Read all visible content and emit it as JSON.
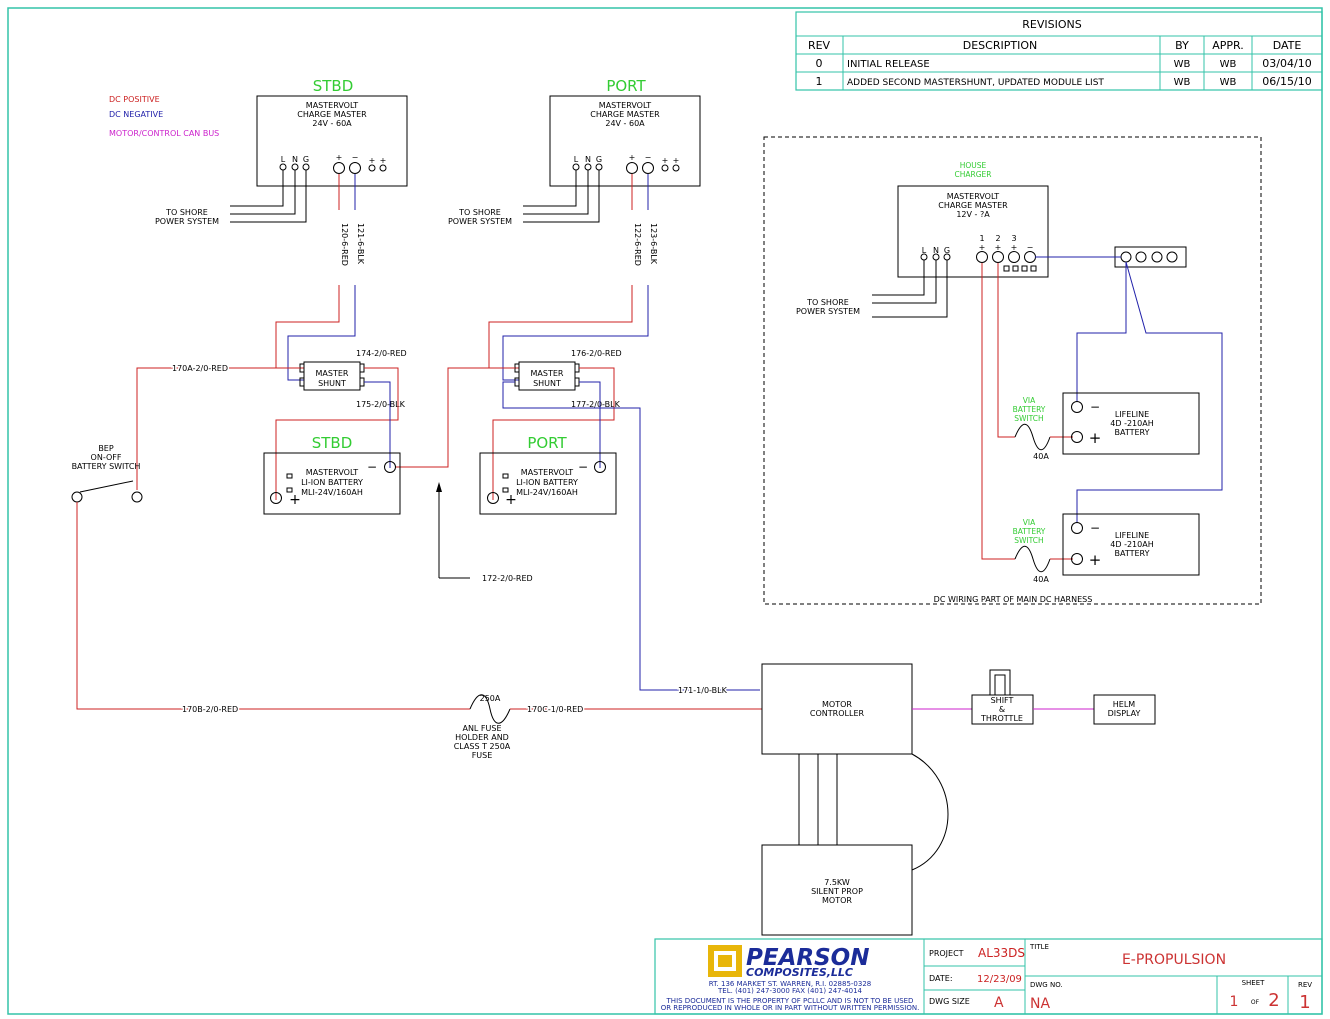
{
  "revisions": {
    "title": "REVISIONS",
    "headers": [
      "REV",
      "DESCRIPTION",
      "BY",
      "APPR.",
      "DATE"
    ],
    "rows": [
      [
        "0",
        "INITIAL RELEASE",
        "WB",
        "WB",
        "03/04/10"
      ],
      [
        "1",
        "ADDED SECOND MASTERSHUNT, UPDATED MODULE LIST",
        "WB",
        "WB",
        "06/15/10"
      ]
    ]
  },
  "legend": {
    "dc_positive": "DC POSITIVE",
    "dc_negative": "DC NEGATIVE",
    "can_bus": "MOTOR/CONTROL CAN BUS"
  },
  "colors": {
    "positive": "#cc2222",
    "negative": "#2222aa",
    "can_bus": "#cc22cc",
    "border": "#33c3a8",
    "title_green": "#33cc33"
  },
  "chargers": {
    "stbd": {
      "heading": "STBD",
      "line1": "MASTERVOLT",
      "line2": "CHARGE MASTER",
      "line3": "24V  -  60A",
      "terminals": [
        "L",
        "N",
        "G",
        "+",
        "−",
        "+",
        "+"
      ],
      "shore": [
        "TO SHORE",
        "POWER SYSTEM"
      ],
      "pos_wire": "120-6-RED",
      "neg_wire": "121-6-BLK"
    },
    "port": {
      "heading": "PORT",
      "line1": "MASTERVOLT",
      "line2": "CHARGE MASTER",
      "line3": "24V  -  60A",
      "terminals": [
        "L",
        "N",
        "G",
        "+",
        "−",
        "+",
        "+"
      ],
      "shore": [
        "TO SHORE",
        "POWER SYSTEM"
      ],
      "pos_wire": "122-6-RED",
      "neg_wire": "123-6-BLK"
    }
  },
  "shunts": {
    "stbd": {
      "line1": "MASTER",
      "line2": "SHUNT",
      "top_wire": "174-2/0-RED",
      "bottom_wire": "175-2/0-BLK"
    },
    "port": {
      "line1": "MASTER",
      "line2": "SHUNT",
      "top_wire": "176-2/0-RED",
      "bottom_wire": "177-2/0-BLK"
    }
  },
  "batteries": {
    "stbd": {
      "heading": "STBD",
      "line1": "MASTERVOLT",
      "line2": "LI-ION  BATTERY",
      "line3": "MLI-24V/160AH",
      "minus": "−",
      "plus": "+"
    },
    "port": {
      "heading": "PORT",
      "line1": "MASTERVOLT",
      "line2": "LI-ION  BATTERY",
      "line3": "MLI-24V/160AH",
      "minus": "−",
      "plus": "+"
    }
  },
  "bep_switch": [
    "BEP",
    "ON-OFF",
    "BATTERY SWITCH"
  ],
  "wires": {
    "w170a": "170A-2/0-RED",
    "w170b": "170B-2/0-RED",
    "w170c": "170C-1/0-RED",
    "w171": "171-1/0-BLK",
    "w172": "172-2/0-RED"
  },
  "fuse": {
    "rating": "250A",
    "desc": [
      "ANL  FUSE",
      "HOLDER  AND",
      "CLASS  T  250A",
      "FUSE"
    ]
  },
  "motor_controller": [
    "MOTOR",
    "CONTROLLER"
  ],
  "motor": [
    "7.5KW",
    "SILENT  PROP",
    "MOTOR"
  ],
  "shift": [
    "SHIFT",
    "&",
    "THROTTLE"
  ],
  "helm": [
    "HELM",
    "DISPLAY"
  ],
  "house": {
    "heading": [
      "HOUSE",
      "CHARGER"
    ],
    "line1": "MASTERVOLT",
    "line2": "CHARGE  MASTER",
    "line3": "12V  -  ?A",
    "terminals": [
      "L",
      "N",
      "G"
    ],
    "outputs": [
      "1",
      "2",
      "3"
    ],
    "signs": [
      "+",
      "+",
      "+",
      "−"
    ],
    "shore": [
      "TO  SHORE",
      "POWER  SYSTEM"
    ],
    "caption": "DC  WIRING  PART  OF  MAIN  DC  HARNESS",
    "via_switch": [
      "VIA",
      "BATTERY",
      "SWITCH"
    ],
    "fuse_rating": "40A",
    "battery": [
      "LIFELINE",
      "4D  -210AH",
      "BATTERY"
    ],
    "minus": "−",
    "plus": "+"
  },
  "title_block": {
    "company": "PEARSON",
    "company2": "COMPOSITES,LLC",
    "address1": "RT. 136 MARKET ST. WARREN, R.I. 02885-0328",
    "address2": "TEL. (401) 247-3000 FAX (401) 247-4014",
    "disclaimer1": "THIS DOCUMENT IS THE PROPERTY OF PCLLC AND IS NOT TO BE USED",
    "disclaimer2": "OR REPRODUCED IN WHOLE OR IN PART WITHOUT WRITTEN PERMISSION.",
    "project_label": "PROJECT",
    "project": "AL33DS",
    "date_label": "DATE:",
    "date": "12/23/09",
    "size_label": "DWG SIZE",
    "size": "A",
    "title_label": "TITLE",
    "title": "E-PROPULSION",
    "dwg_label": "DWG NO.",
    "dwg": "NA",
    "sheet_label": "SHEET",
    "sheet": "1",
    "sheet_of": "OF",
    "sheet_total": "2",
    "rev_label": "REV",
    "rev": "1"
  }
}
